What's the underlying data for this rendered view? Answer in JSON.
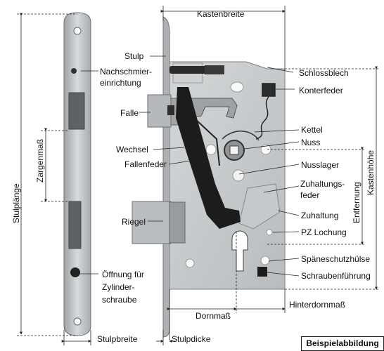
{
  "labels": {
    "kastenbreite": "Kastenbreite",
    "stulp": "Stulp",
    "schlossblech": "Schlossblech",
    "nachschmier_line1": "Nachschmier-",
    "nachschmier_line2": "einrichtung",
    "konterfeder": "Konterfeder",
    "falle": "Falle",
    "kettel": "Kettel",
    "nuss": "Nuss",
    "wechsel": "Wechsel",
    "fallenfeder": "Fallenfeder",
    "nusslager": "Nusslager",
    "zuhaltungsfeder_line1": "Zuhaltungs-",
    "zuhaltungsfeder_line2": "feder",
    "riegel": "Riegel",
    "zuhaltung": "Zuhaltung",
    "pz_lochung": "PZ Lochung",
    "spaeneschutzhuelse": "Späneschutzhülse",
    "oeffnung_line1": "Öffnung für",
    "oeffnung_line2": "Zylinder-",
    "oeffnung_line3": "schraube",
    "schraubenfuehrung": "Schraubenführung",
    "dornmass": "Dornmaß",
    "hinterdornmass": "Hinterdornmaß",
    "stulpbreite": "Stulpbreite",
    "stulpdicke": "Stulpdicke",
    "stulplaenge": "Stulplänge",
    "zargenmass": "Zargenmaß",
    "kastenhoehe": "Kastenhöhe",
    "entfernung": "Entfernung"
  },
  "badge": "Beispielabbildung"
}
